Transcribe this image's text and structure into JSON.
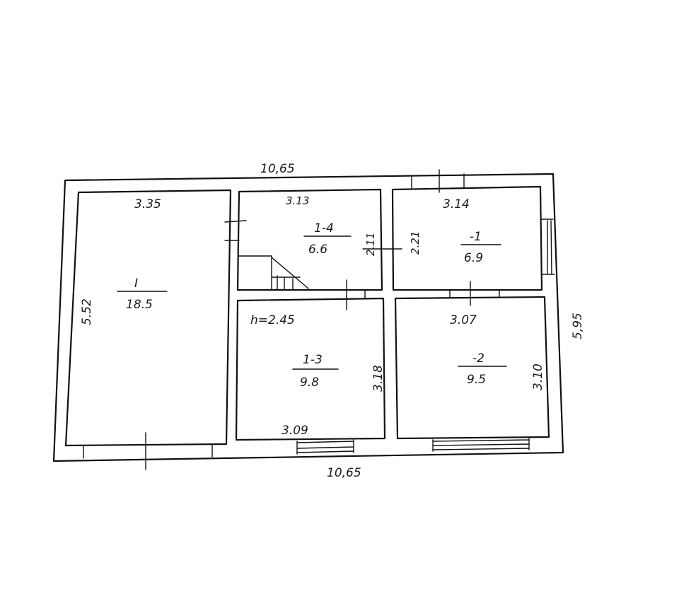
{
  "plan": {
    "overall": {
      "top_width": "10,65",
      "bottom_width": "10,65",
      "right_height": "5,95"
    },
    "ceiling_height": "h=2.45",
    "rooms": [
      {
        "id": "I",
        "label": "I",
        "area": "18.5",
        "dims": [
          "3.35",
          "5.52"
        ]
      },
      {
        "id": "1-4",
        "label": "1-4",
        "area": "6.6",
        "dims": [
          "3.13",
          "2.11"
        ]
      },
      {
        "id": "1-1",
        "label": "-1",
        "area": "6.9",
        "dims": [
          "3.14",
          "2.21"
        ]
      },
      {
        "id": "1-3",
        "label": "1-3",
        "area": "9.8",
        "dims": [
          "3.09",
          "3.18"
        ]
      },
      {
        "id": "1-2",
        "label": "-2",
        "area": "9.5",
        "dims": [
          "3.07",
          "3.10"
        ]
      }
    ]
  }
}
